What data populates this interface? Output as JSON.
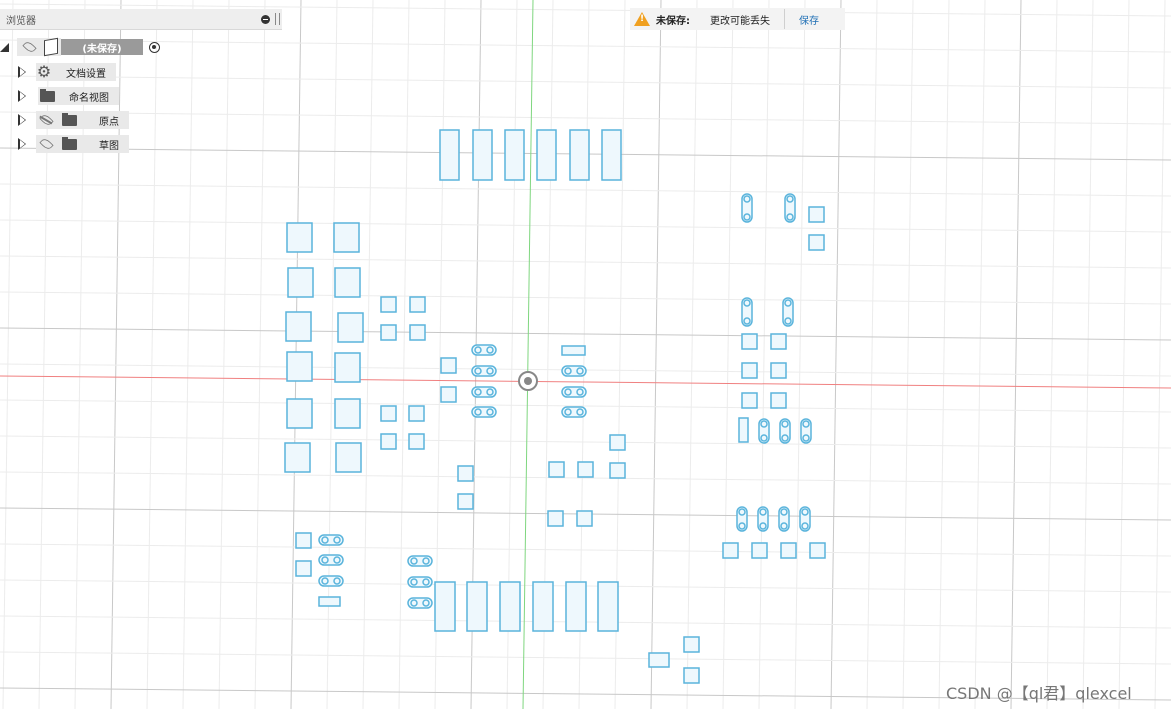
{
  "browser": {
    "title": "浏览器",
    "root_label": "(未保存)",
    "items": [
      {
        "label": "文档设置",
        "icon": "gear-icon"
      },
      {
        "label": "命名视图",
        "icon": "folder-icon"
      },
      {
        "label": "原点",
        "icon": "folder-icon",
        "visibility": "hidden-eye-icon"
      },
      {
        "label": "草图",
        "icon": "folder-icon",
        "visibility": "eye-icon"
      }
    ]
  },
  "banner": {
    "unsaved_label": "未保存:",
    "warning_text": "更改可能丢失",
    "save_label": "保存"
  },
  "watermark": "CSDN @【ql君】qlexcel",
  "colors": {
    "grid": "#d6d6d6",
    "x_axis": "#f08080",
    "y_axis": "#7fd67f",
    "pad_stroke": "#5ab4dc",
    "pad_fill": "#eef8fd",
    "warning": "#f0a020",
    "save_link": "#1f6fb5"
  }
}
